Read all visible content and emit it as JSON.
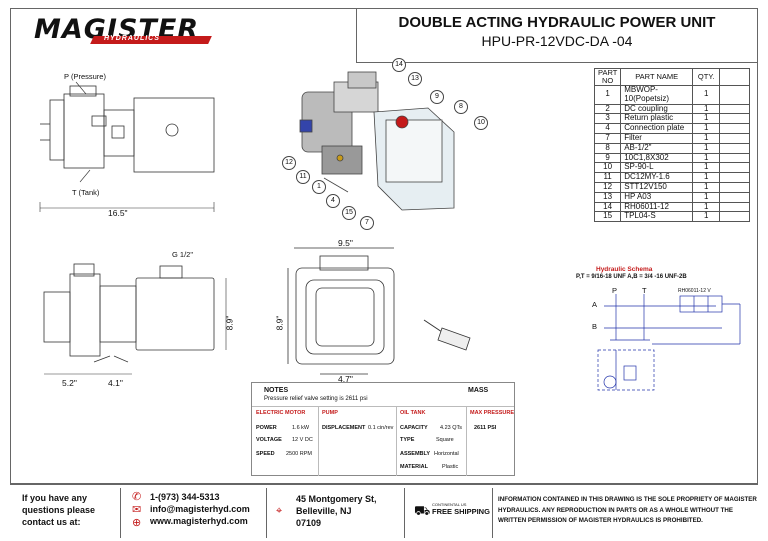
{
  "logo": {
    "name": "MAGISTER",
    "sub": "HYDRAULICS"
  },
  "title": {
    "main": "DOUBLE ACTING HYDRAULIC POWER UNIT",
    "model": "HPU-PR-12VDC-DA -04"
  },
  "parts_table": {
    "headers": [
      "PART NO",
      "PART NAME",
      "QTY."
    ],
    "rows": [
      [
        "1",
        "MBWOP-10(Popetsiz)",
        "1"
      ],
      [
        "2",
        "DC coupling",
        "1"
      ],
      [
        "3",
        "Return plastic",
        "1"
      ],
      [
        "4",
        "Connection plate",
        "1"
      ],
      [
        "7",
        "Filter",
        "1"
      ],
      [
        "8",
        "AB-1/2\"",
        "1"
      ],
      [
        "9",
        "10C1,8X302",
        "1"
      ],
      [
        "10",
        "SP-90-L",
        "1"
      ],
      [
        "11",
        "DC12MY-1.6",
        "1"
      ],
      [
        "12",
        "STT12V150",
        "1"
      ],
      [
        "13",
        "HP A03",
        "1"
      ],
      [
        "14",
        "RH06011-12",
        "1"
      ],
      [
        "15",
        "TPL04-S",
        "1"
      ]
    ]
  },
  "side_view": {
    "p_label": "P (Pressure)",
    "t_label": "T (Tank)",
    "width": "16.5\""
  },
  "iso_balloons": [
    "14",
    "13",
    "9",
    "8",
    "10",
    "12",
    "11",
    "1",
    "4",
    "15",
    "7"
  ],
  "front_view": {
    "g_label": "G 1/2\"",
    "dim_a": "5.2\"",
    "dim_b": "4.1\"",
    "dim_h": "8.9\""
  },
  "end_view": {
    "width": "9.5\"",
    "height": "8.9\"",
    "bottom": "4.7\""
  },
  "schema": {
    "title": "Hydraulic Schema",
    "threads": "P,T = 9/16-18 UNF A,B = 3/4 -16 UNF-2B",
    "p": "P",
    "t": "T",
    "a": "A",
    "b": "B",
    "valve": "RH06011-12 V"
  },
  "notes": {
    "title": "NOTES",
    "mass": "MASS",
    "text": "Pressure relief valve setting is 2611 psi",
    "motor": {
      "head": "ELECTRIC MOTOR",
      "power_k": "POWER",
      "power_v": "1.6 kW",
      "voltage_k": "VOLTAGE",
      "voltage_v": "12 V DC",
      "speed_k": "SPEED",
      "speed_v": "2500 RPM"
    },
    "pump": {
      "head": "PUMP",
      "disp_k": "DISPLACEMENT",
      "disp_v": "0.1 cin/rev"
    },
    "tank": {
      "head": "OIL TANK",
      "cap_k": "CAPACITY",
      "cap_v": "4.23 QTs",
      "type_k": "TYPE",
      "type_v": "Square",
      "asm_k": "ASSEMBLY",
      "asm_v": "Horizontal",
      "mat_k": "MATERIAL",
      "mat_v": "Plastic"
    },
    "maxp": {
      "head": "MAX PRESSURE",
      "val": "2611 PSI"
    }
  },
  "footer": {
    "q1": "If you have any",
    "q2": "questions please",
    "q3": "contact us at:",
    "phone": "1-(973) 344-5313",
    "email": "info@magisterhyd.com",
    "web": "www.magisterhyd.com",
    "addr1": "45 Montgomery St,",
    "addr2": "Belleville, NJ",
    "addr3": "07109",
    "ship_small": "CONTINENTAL US",
    "ship": "FREE SHIPPING",
    "legal": "INFORMATION CONTAINED IN THIS DRAWING IS THE SOLE PROPRIETY OF MAGISTER HYDRAULICS. ANY REPRODUCTION IN PARTS OR AS A WHOLE WITHOUT THE WRITTEN PERMISSION OF MAGISTER HYDRAULICS IS PROHIBITED."
  }
}
